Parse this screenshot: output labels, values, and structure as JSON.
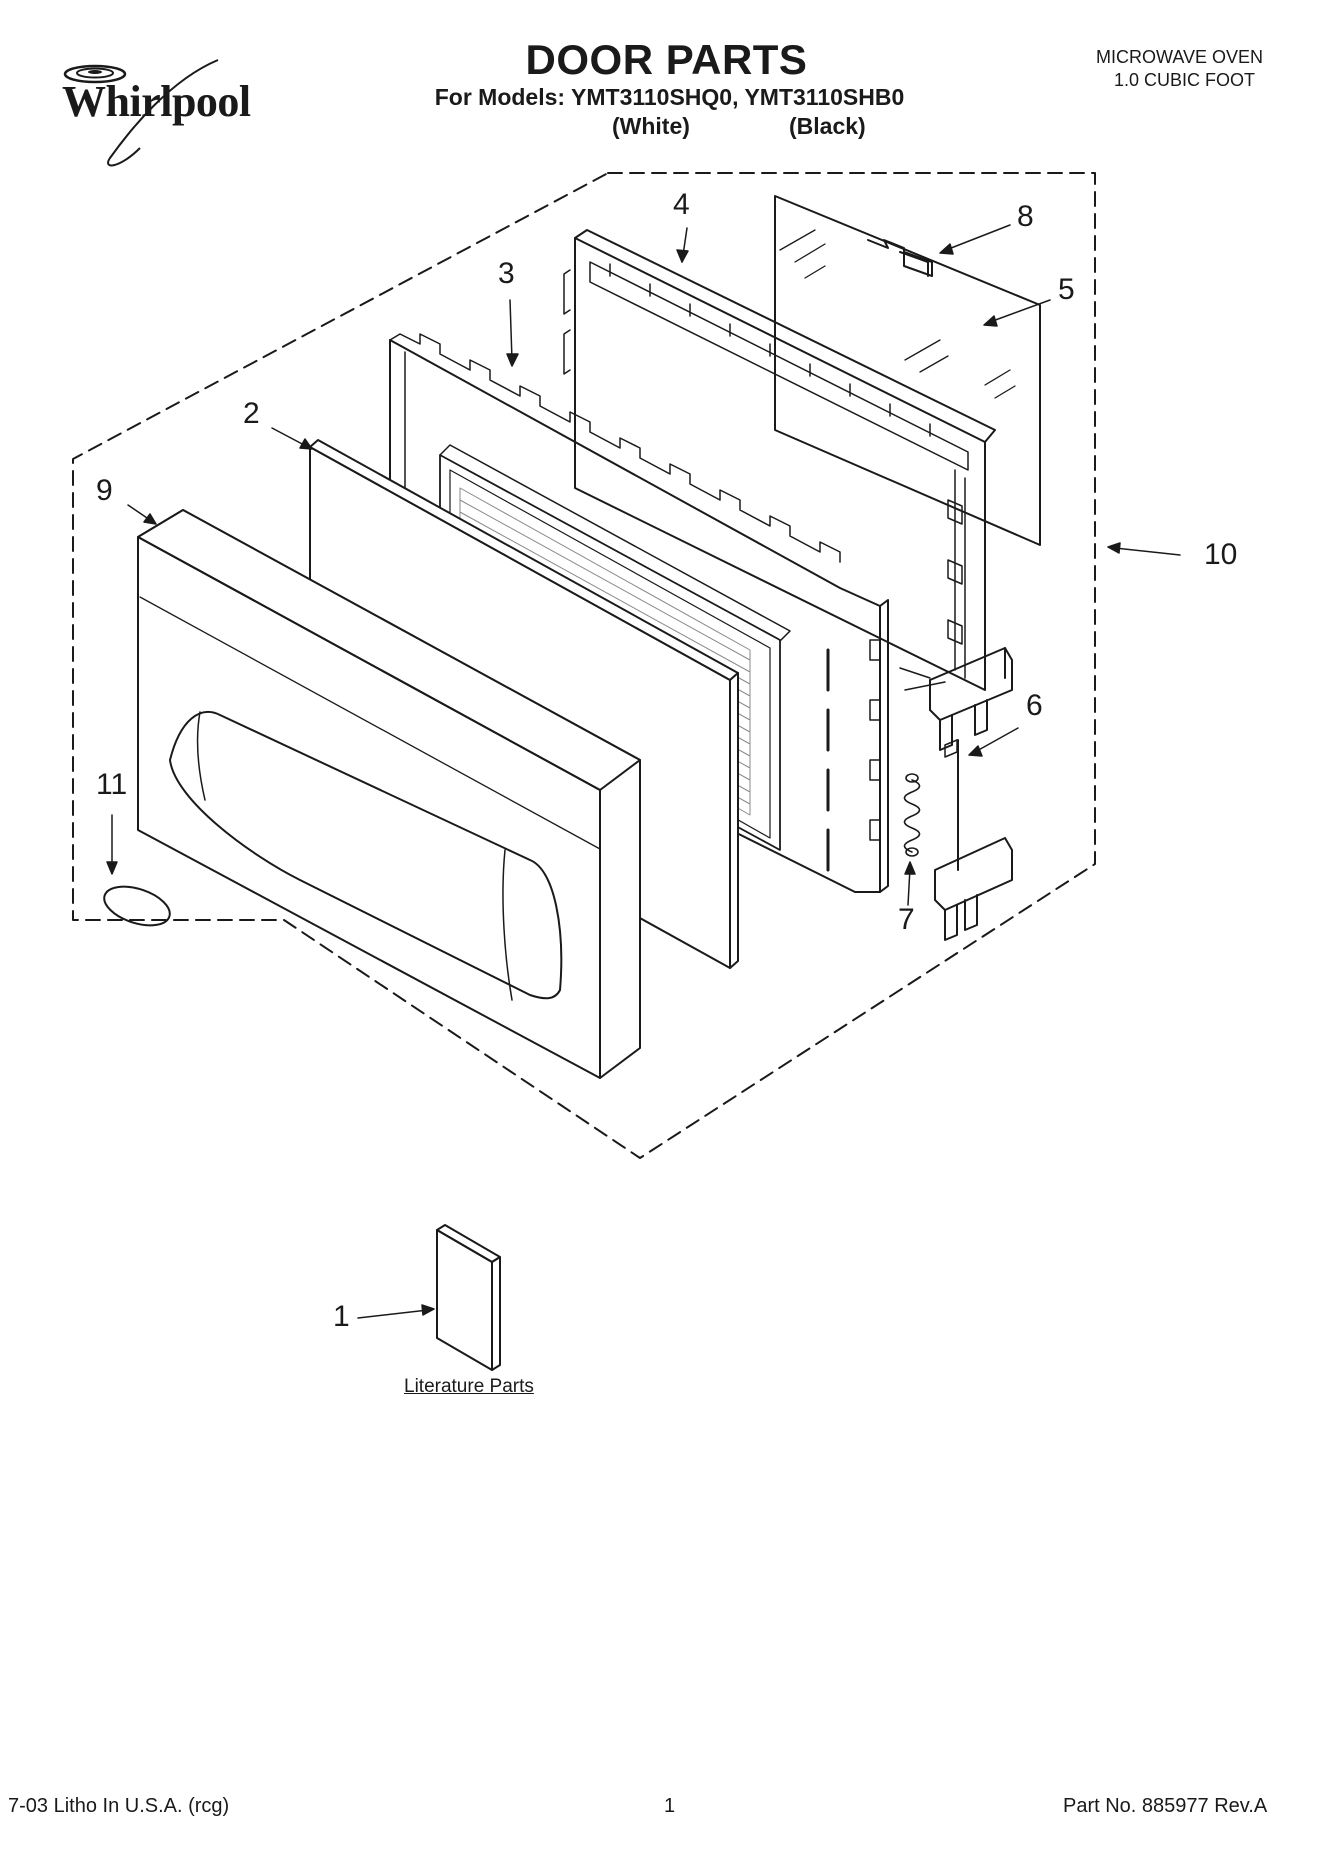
{
  "header": {
    "brand": "Whirlpool",
    "title": "DOOR PARTS",
    "models_line": "For Models: YMT3110SHQ0, YMT3110SHB0",
    "variants": [
      "(White)",
      "(Black)"
    ],
    "product_lines": [
      "MICROWAVE OVEN",
      "1.0 CUBIC FOOT"
    ]
  },
  "callouts": [
    "1",
    "2",
    "3",
    "4",
    "5",
    "6",
    "7",
    "8",
    "9",
    "10",
    "11"
  ],
  "literature_label": "Literature Parts",
  "footer": {
    "left": "7-03 Litho In U.S.A. (rcg)",
    "page": "1",
    "part_number": "Part No. 885977 Rev.A"
  },
  "colors": {
    "ink": "#1a1a1a",
    "mesh": "#8a8a8a",
    "background": "#ffffff"
  }
}
